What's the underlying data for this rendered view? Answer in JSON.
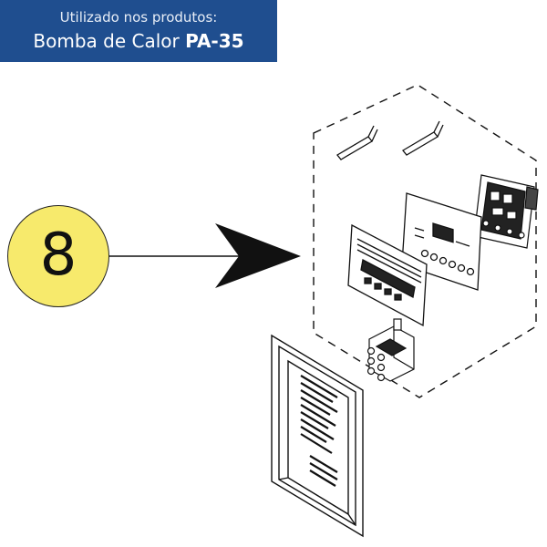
{
  "banner": {
    "line1": "Utilizado nos produtos:",
    "line2_prefix": "Bomba de Calor ",
    "line2_model": "PA-35",
    "background": "#1f4e8f"
  },
  "callout": {
    "number": "8",
    "fill": "#f7ea6c"
  },
  "diagram": {
    "type": "exploded-view",
    "parts": [
      "sensor-rods",
      "relay-board",
      "front-panel-label",
      "control-board",
      "contactor",
      "frame-cover"
    ]
  }
}
